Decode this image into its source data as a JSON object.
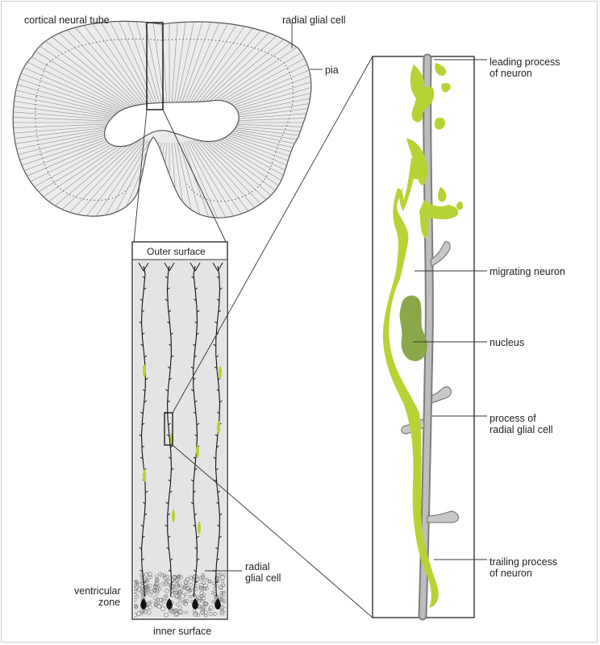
{
  "labels": {
    "cortical_neural_tube": "cortical neural tube",
    "radial_glial_cell_top": "radial glial cell",
    "pia": "pia",
    "outer_surface": "Outer surface",
    "inner_surface": "inner surface",
    "ventricular_zone": [
      "ventricular",
      "zone"
    ],
    "radial_glial_cell_column": [
      "radial",
      "glial cell"
    ],
    "leading_process": [
      "leading process",
      "of neuron"
    ],
    "migrating_neuron": "migrating neuron",
    "nucleus": "nucleus",
    "process_of_radial_glial_cell": [
      "process of",
      "radial glial cell"
    ],
    "trailing_process": [
      "trailing process",
      "of neuron"
    ]
  },
  "colors": {
    "neuron_green": "#b5d334",
    "nucleus_green": "#8aa84a",
    "glial_gray": "#9a9a9a",
    "tube_fill": "#ececec",
    "column_fill": "#e4e4e4"
  }
}
